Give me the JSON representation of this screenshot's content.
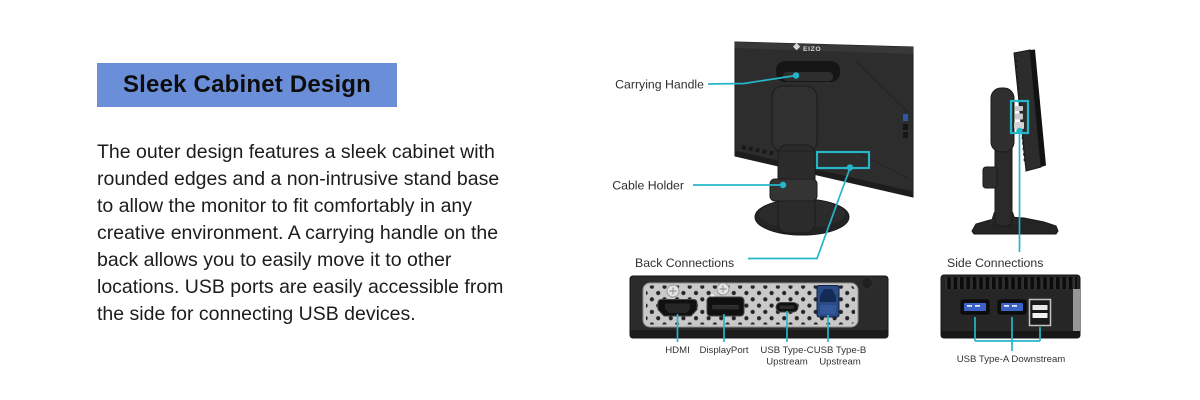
{
  "headline": {
    "text": "Sleek Cabinet Design",
    "bg_color": "#6a8fd8",
    "text_color": "#0d0d0d"
  },
  "intro": {
    "lines": [
      "The outer design features a sleek cabinet with",
      "rounded edges and a non-intrusive stand base",
      "to allow the monitor to fit comfortably in any",
      "creative environment. A carrying handle on the",
      "back allows you to easily move it to other",
      "locations. USB ports are easily accessible from",
      "the side for connecting USB devices."
    ]
  },
  "diagram": {
    "accent_color": "#25b6c9",
    "brand": "EIZO",
    "callouts": {
      "carrying_handle": "Carrying Handle",
      "cable_holder": "Cable Holder",
      "back_connections": "Back Connections",
      "side_connections": "Side Connections"
    },
    "back_ports": {
      "hdmi": "HDMI",
      "displayport": "DisplayPort",
      "usb_c_line1": "USB Type-C",
      "usb_c_line2": "Upstream",
      "usb_b_line1": "USB Type-B",
      "usb_b_line2": "Upstream"
    },
    "side_ports": {
      "usb_a_downstream": "USB Type-A Downstream"
    }
  }
}
